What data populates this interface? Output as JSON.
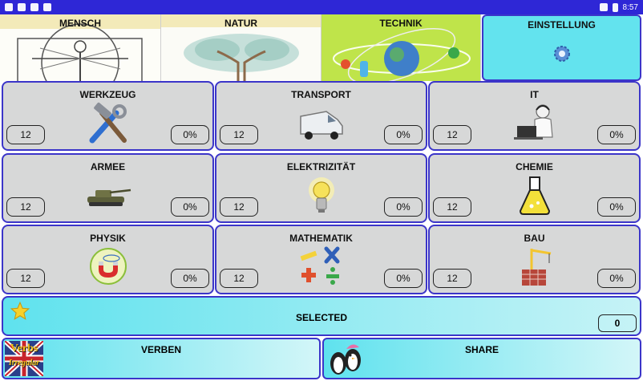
{
  "status": {
    "time": "8:57"
  },
  "tabs": [
    {
      "label": "MENSCH"
    },
    {
      "label": "NATUR"
    },
    {
      "label": "TECHNIK"
    },
    {
      "label": "EINSTELLUNG"
    }
  ],
  "tiles": [
    {
      "title": "WERKZEUG",
      "count": "12",
      "percent": "0%",
      "icon": "tools-icon"
    },
    {
      "title": "TRANSPORT",
      "count": "12",
      "percent": "0%",
      "icon": "van-icon"
    },
    {
      "title": "IT",
      "count": "12",
      "percent": "0%",
      "icon": "computer-user-icon"
    },
    {
      "title": "ARMEE",
      "count": "12",
      "percent": "0%",
      "icon": "tank-icon"
    },
    {
      "title": "ELEKTRIZITÄT",
      "count": "12",
      "percent": "0%",
      "icon": "lightbulb-icon"
    },
    {
      "title": "CHEMIE",
      "count": "12",
      "percent": "0%",
      "icon": "flask-icon"
    },
    {
      "title": "PHYSIK",
      "count": "12",
      "percent": "0%",
      "icon": "magnet-atom-icon"
    },
    {
      "title": "MATHEMATIK",
      "count": "12",
      "percent": "0%",
      "icon": "math-symbols-icon"
    },
    {
      "title": "BAU",
      "count": "12",
      "percent": "0%",
      "icon": "crane-icon"
    }
  ],
  "selected": {
    "label": "SELECTED",
    "count": "0"
  },
  "bottom": {
    "verbs_label": "VERBEN",
    "verbs_logo_top": "Verbs",
    "verbs_logo_bottom": "Irregular",
    "share_label": "SHARE"
  },
  "colors": {
    "accent_border": "#3b35c9",
    "tile_bg": "#d7d8d8",
    "cyan": "#63e3ee",
    "technik_bg": "#bfe44a",
    "statusbar": "#2e27d6"
  }
}
